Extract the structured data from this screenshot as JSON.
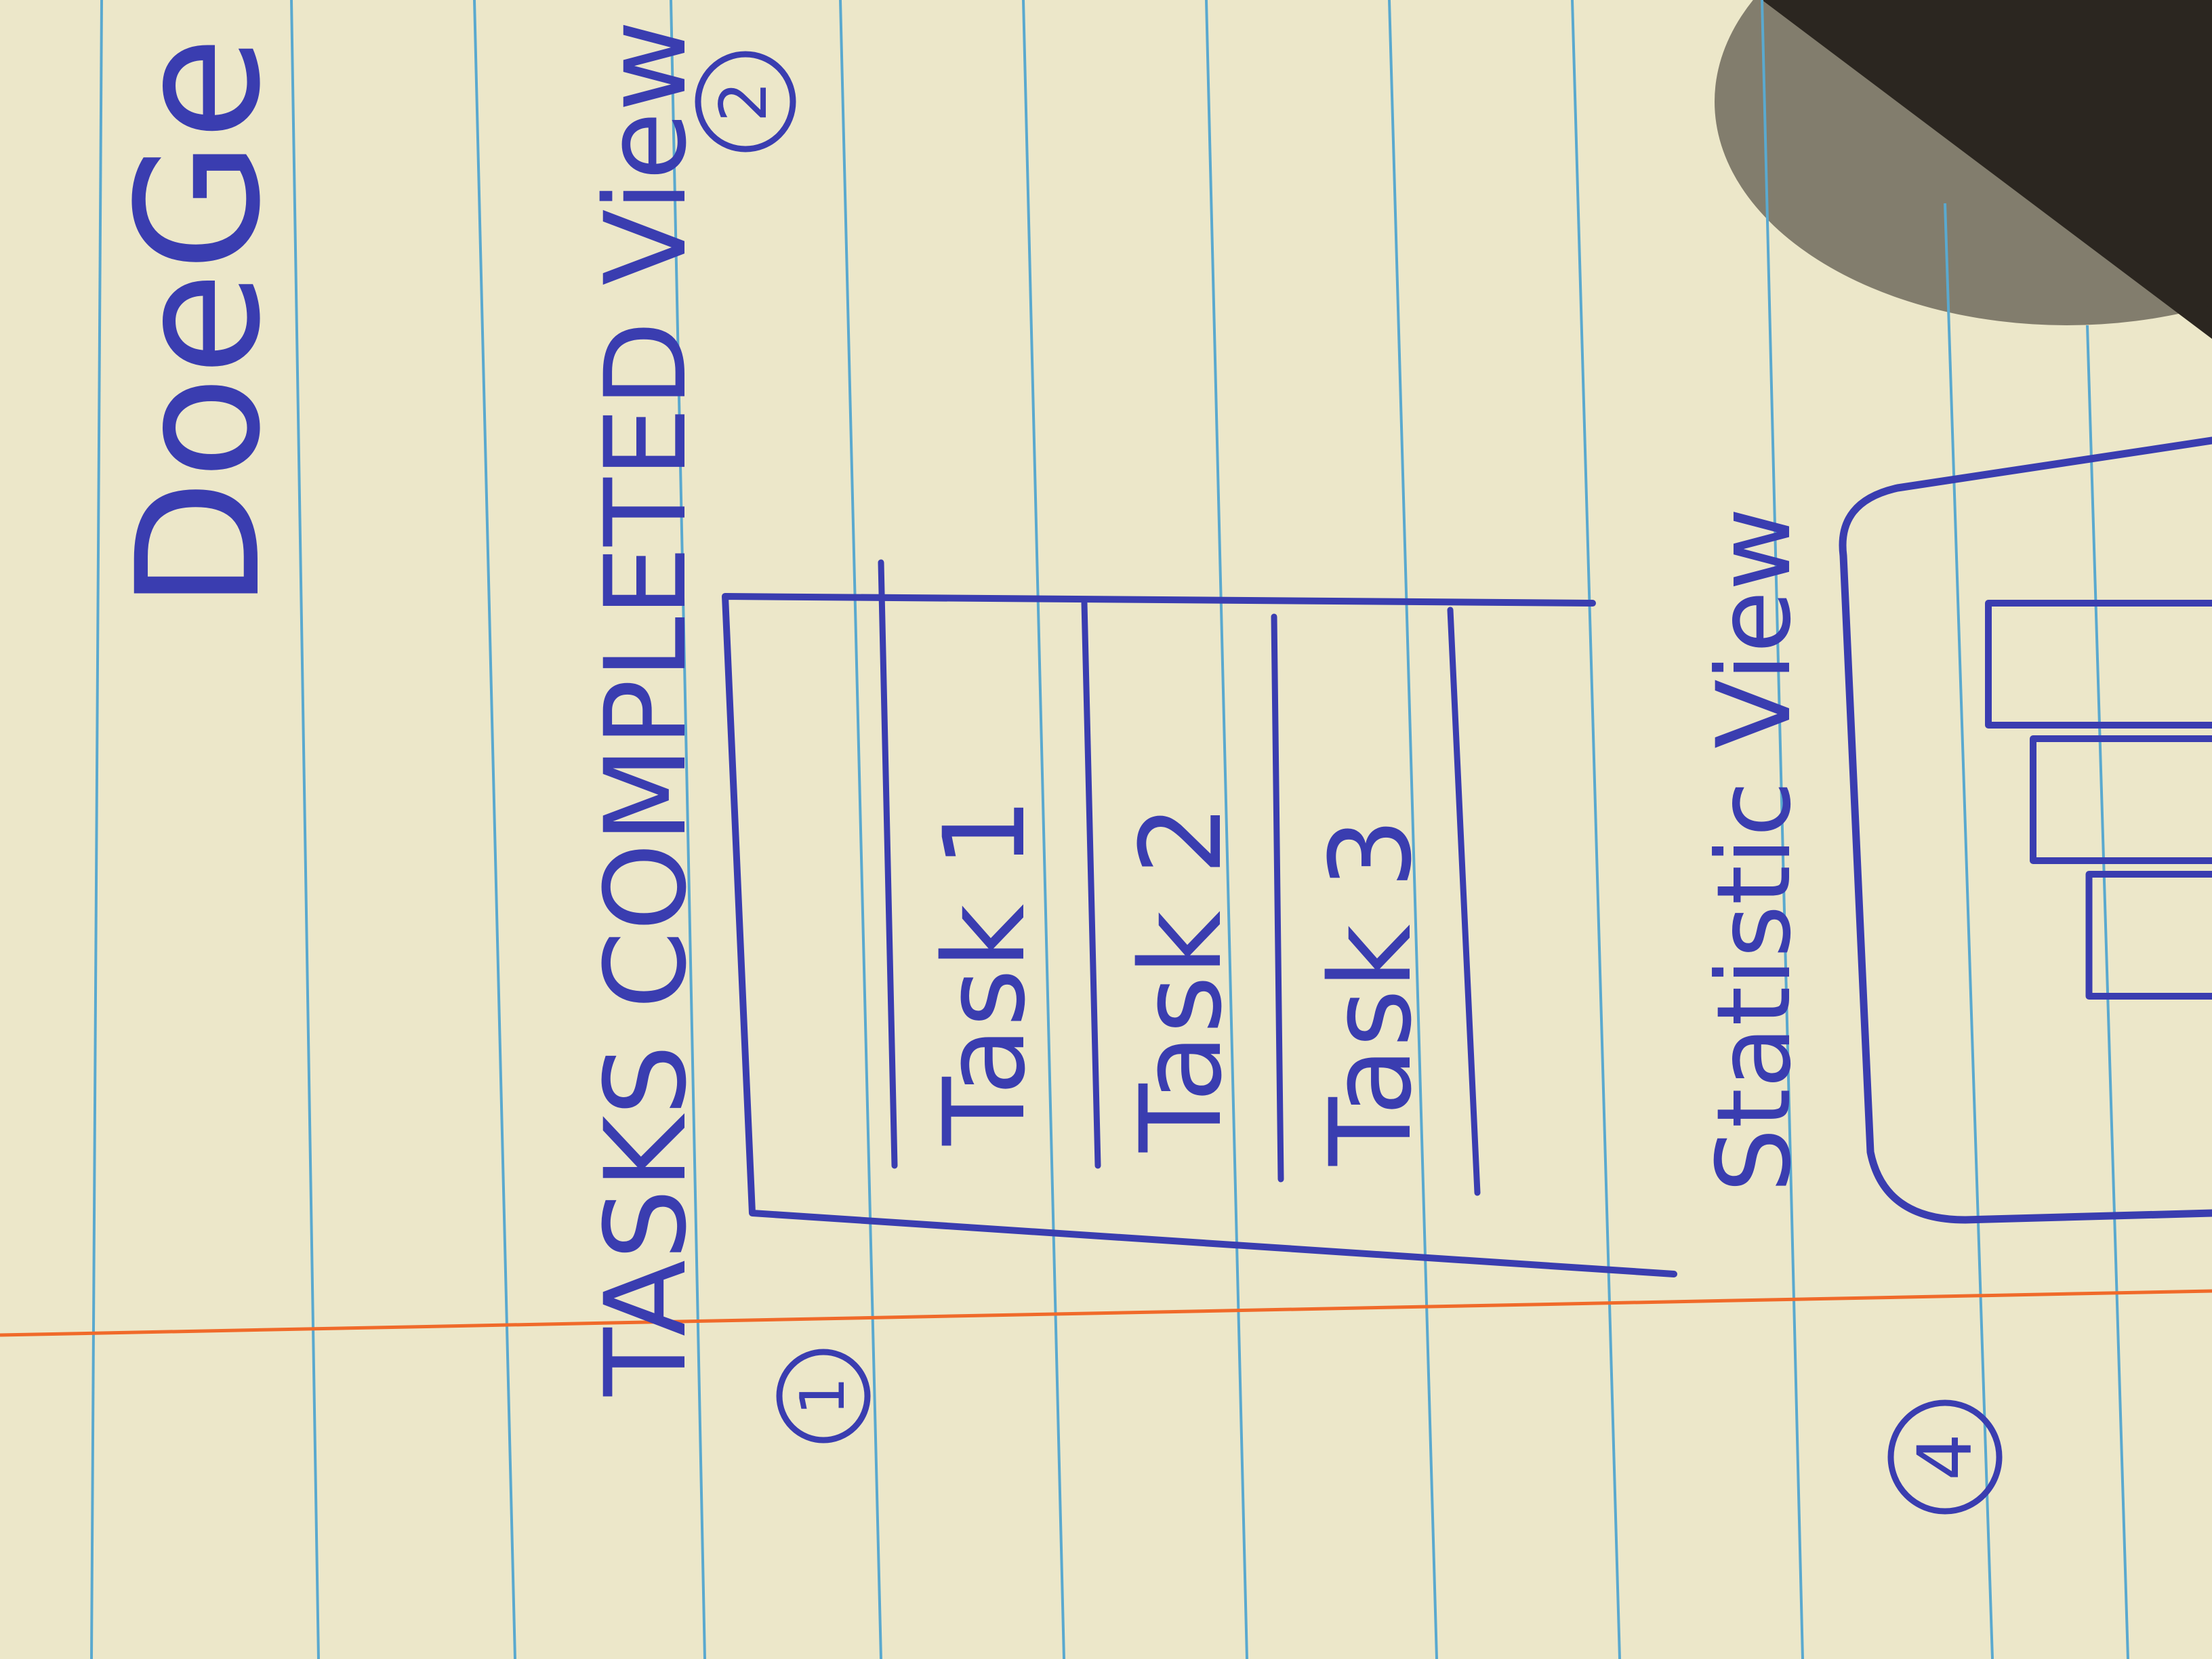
{
  "paper": {
    "background_color": "#ece7c9",
    "rule_line_color": "#5aa9cf",
    "margin_line_color": "#f06a2a",
    "ink_color": "#3a3db0",
    "shadow_color": "#2b2620"
  },
  "page_header": {
    "text": "DoeGe"
  },
  "tasks_view": {
    "title": "TASKS COMPLETED View",
    "number_left": "1",
    "number_right": "2",
    "rows": [
      {
        "label": "Task 1"
      },
      {
        "label": "Task 2"
      },
      {
        "label": "Task 3"
      }
    ]
  },
  "stats_view": {
    "title": "Statistic View",
    "number_left": "4",
    "bar_levels": [
      0.55,
      0.8,
      1.0
    ]
  }
}
